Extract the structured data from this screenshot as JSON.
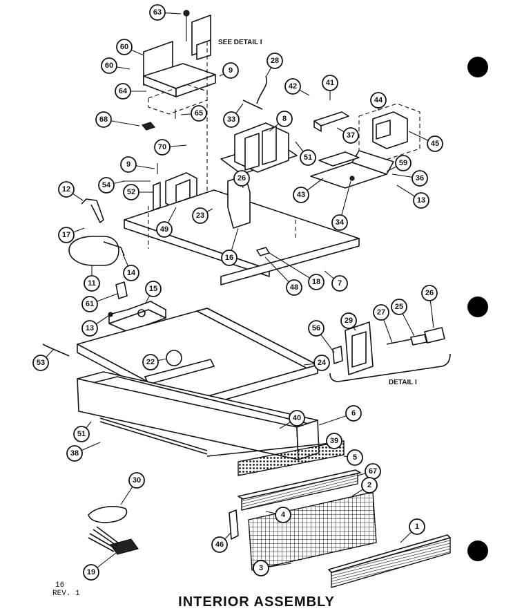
{
  "title": "INTERIOR ASSEMBLY",
  "page_number": "16",
  "revision": "REV. 1",
  "detail_ref": "SEE DETAIL I",
  "detail_label": "DETAIL I",
  "callouts": [
    "63",
    "60",
    "60",
    "9",
    "28",
    "64",
    "65",
    "42",
    "41",
    "44",
    "68",
    "33",
    "8",
    "37",
    "45",
    "70",
    "51",
    "9",
    "54",
    "52",
    "26",
    "59",
    "36",
    "12",
    "23",
    "43",
    "13",
    "17",
    "49",
    "34",
    "16",
    "14",
    "11",
    "48",
    "18",
    "7",
    "15",
    "61",
    "13",
    "56",
    "29",
    "27",
    "25",
    "26",
    "53",
    "22",
    "24",
    "6",
    "51",
    "40",
    "39",
    "38",
    "5",
    "67",
    "30",
    "2",
    "4",
    "1",
    "46",
    "3",
    "19"
  ]
}
